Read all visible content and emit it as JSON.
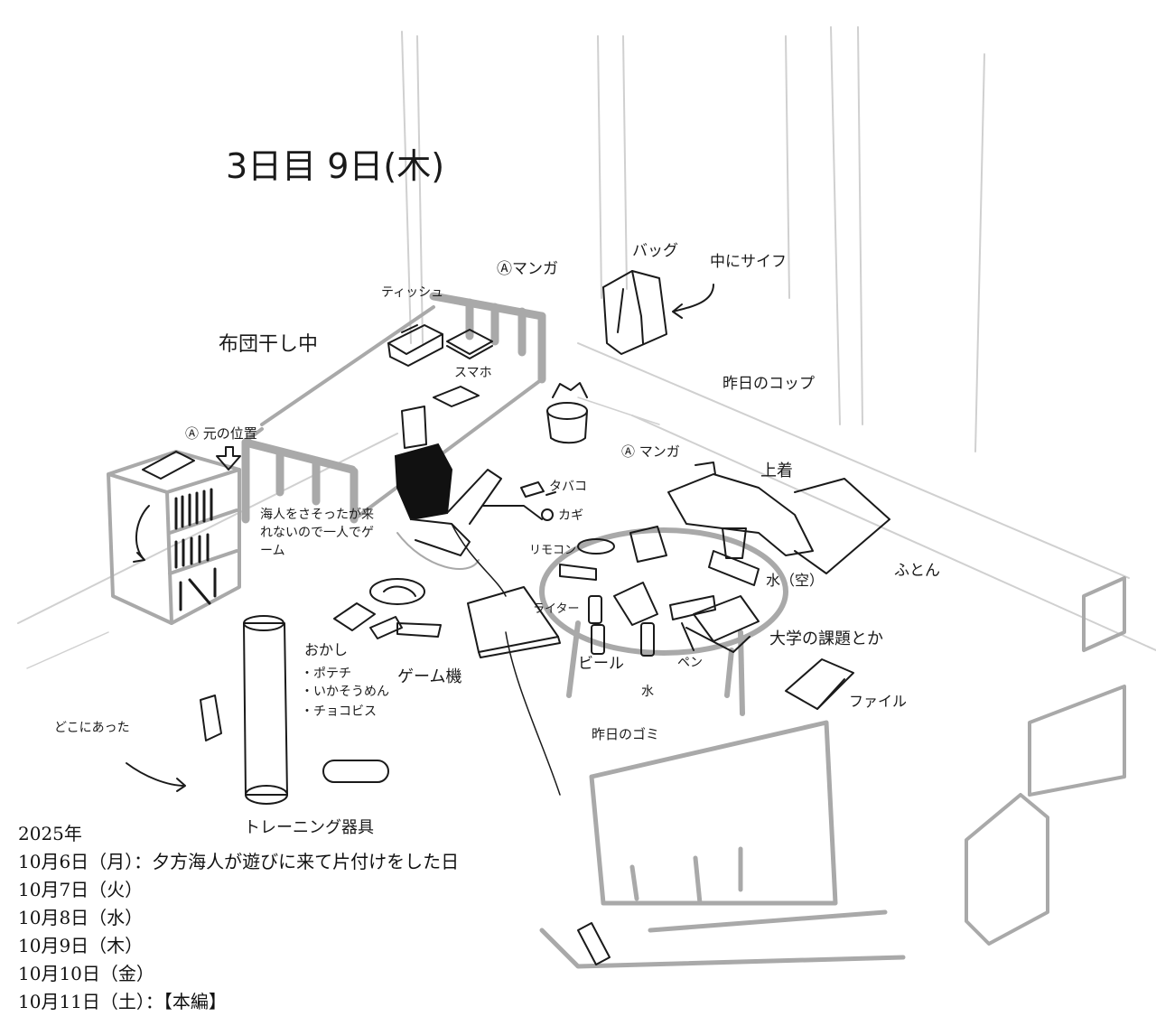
{
  "sketch": {
    "title": "3日目 9日(木)",
    "labels": {
      "futon": "布団干し中",
      "tissue": "ティッシュ",
      "manga_a_top": "Ⓐマンガ",
      "smartphone": "スマホ",
      "bag": "バッグ",
      "wallet_inside": "中にサイフ",
      "yesterday_cup": "昨日のコップ",
      "jacket": "上着",
      "manga_a_table": "Ⓐ マンガ",
      "original_position": "Ⓐ 元の位置",
      "cigarettes": "タバコ",
      "key": "カギ",
      "remote": "リモコン",
      "lighter": "ライター",
      "water_empty": "水（空）",
      "futon_2": "ふとん",
      "univ_assignments": "大学の課題とか",
      "file": "ファイル",
      "beer": "ビール",
      "pen": "ペン",
      "water": "水",
      "yesterday_trash": "昨日のゴミ",
      "kaito_note": "海人をさそったが来れないので一人でゲーム",
      "snacks": "おかし",
      "snack_items": [
        "・ポテチ",
        "・いかそうめん",
        "・チョコビス"
      ],
      "game_console": "ゲーム機",
      "where_was_it": "どこにあった",
      "training_gear": "トレーニング器具"
    }
  },
  "dates": {
    "year": "2025年",
    "entries": [
      "10月6日（月）：夕方海人が遊びに来て片付けをした日",
      "10月7日（火）",
      "10月8日（水）",
      "10月9日（木）",
      "10月10日（金）",
      "10月11日（土）：【本編】"
    ]
  }
}
